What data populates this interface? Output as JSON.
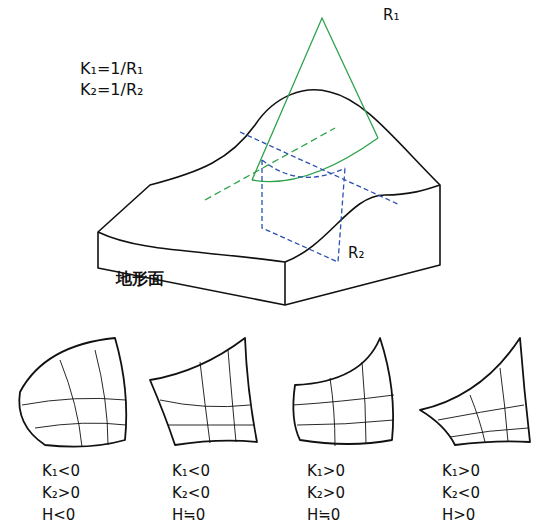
{
  "diagram": {
    "labels": [
      "K₁=1/R₁",
      "K₂=1/R₂",
      "R₁",
      "R₂",
      "地形面",
      "K₁<0",
      "K₂>0",
      "H<0",
      "K₁<0",
      "K₂<0",
      "H≒0",
      "K₁>0",
      "K₂>0",
      "H≒0",
      "K₁>0",
      "K₂<0",
      "H>0"
    ]
  }
}
